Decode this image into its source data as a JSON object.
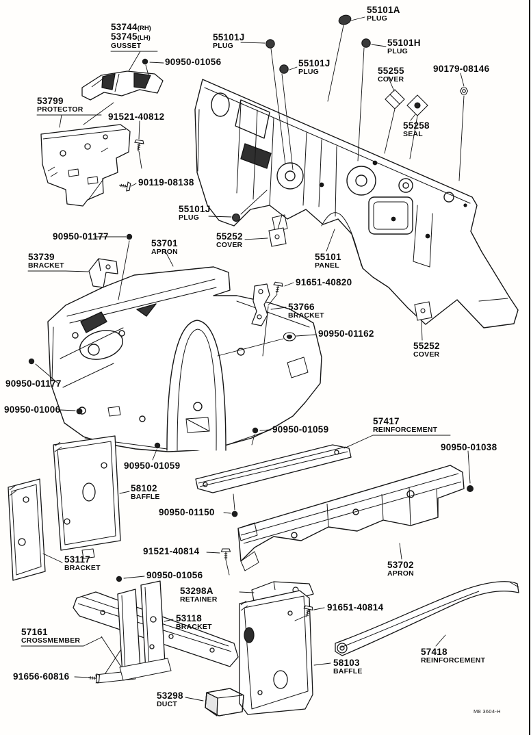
{
  "footer_code": "M8 3604-H",
  "labels": [
    {
      "number": "53744",
      "number_suffix": "(RH)",
      "number2": "53745",
      "number2_suffix": "(LH)",
      "name": "GUSSET"
    },
    {
      "number": "55101A",
      "name": "PLUG"
    },
    {
      "number": "55101J",
      "name": "PLUG"
    },
    {
      "number": "90950-01056"
    },
    {
      "number": "55101J",
      "name": "PLUG"
    },
    {
      "number": "55101H",
      "name": "PLUG"
    },
    {
      "number": "55255",
      "name": "COVER"
    },
    {
      "number": "90179-08146"
    },
    {
      "number": "53799",
      "name": "PROTECTOR"
    },
    {
      "number": "91521-40812"
    },
    {
      "number": "55258",
      "name": "SEAL"
    },
    {
      "number": "90119-08138"
    },
    {
      "number": "55101J",
      "name": "PLUG"
    },
    {
      "number": "90950-01177"
    },
    {
      "number": "55252",
      "name": "COVER"
    },
    {
      "number": "53701",
      "name": "APRON"
    },
    {
      "number": "53739",
      "name": "BRACKET"
    },
    {
      "number": "55101",
      "name": "PANEL"
    },
    {
      "number": "91651-40820"
    },
    {
      "number": "53766",
      "name": "BRACKET"
    },
    {
      "number": "90950-01162"
    },
    {
      "number": "55252",
      "name": "COVER"
    },
    {
      "number": "90950-01177"
    },
    {
      "number": "90950-01006"
    },
    {
      "number": "57417",
      "name": "REINFORCEMENT"
    },
    {
      "number": "90950-01059"
    },
    {
      "number": "90950-01038"
    },
    {
      "number": "90950-01059"
    },
    {
      "number": "58102",
      "name": "BAFFLE"
    },
    {
      "number": "90950-01150"
    },
    {
      "number": "91521-40814"
    },
    {
      "number": "53117",
      "name": "BRACKET"
    },
    {
      "number": "53702",
      "name": "APRON"
    },
    {
      "number": "90950-01056"
    },
    {
      "number": "53298A",
      "name": "RETAINER"
    },
    {
      "number": "91651-40814"
    },
    {
      "number": "53118",
      "name": "BRACKET"
    },
    {
      "number": "57161",
      "name": "CROSSMEMBER"
    },
    {
      "number": "58103",
      "name": "BAFFLE"
    },
    {
      "number": "57418",
      "name": "REINFORCEMENT"
    },
    {
      "number": "91656-60816"
    },
    {
      "number": "53298",
      "name": "DUCT"
    }
  ]
}
